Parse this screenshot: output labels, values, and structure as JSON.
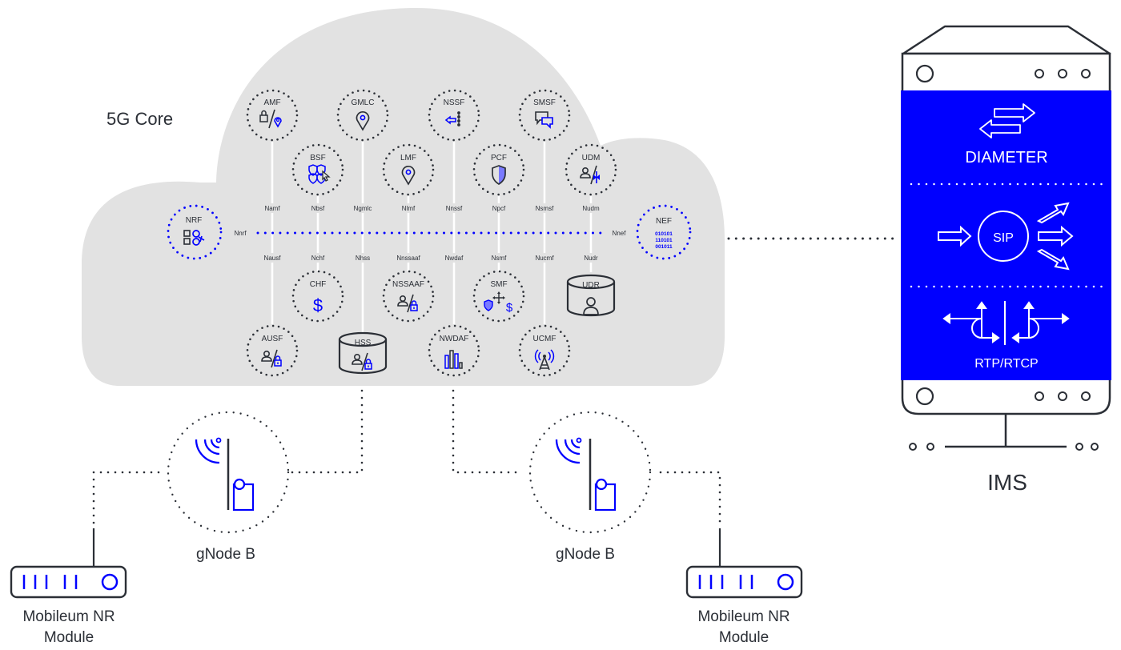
{
  "colors": {
    "accent_blue": "#0000ff",
    "cloud_gray": "#e2e2e2",
    "ink": "#2b2f36",
    "white": "#ffffff"
  },
  "core": {
    "title": "5G Core",
    "top_row": [
      {
        "name": "AMF",
        "icon": "lock-location-icon",
        "iface": "Namf"
      },
      {
        "name": "GMLC",
        "icon": "location-pin-icon",
        "iface": "Ngmlc"
      },
      {
        "name": "NSSF",
        "icon": "slice-select-arrow-icon",
        "iface": "Nnssf"
      },
      {
        "name": "SMSF",
        "icon": "chat-bubbles-icon",
        "iface": "Nsmsf"
      }
    ],
    "second_row": [
      {
        "name": "BSF",
        "icon": "shields-cursor-icon",
        "iface": "Nbsf"
      },
      {
        "name": "LMF",
        "icon": "location-pin-icon",
        "iface": "Nlmf"
      },
      {
        "name": "PCF",
        "icon": "shield-icon",
        "iface": "Npcf"
      },
      {
        "name": "UDM",
        "icon": "user-data-icon",
        "iface": "Nudm"
      }
    ],
    "third_row": [
      {
        "name": "CHF",
        "icon": "dollar-icon",
        "iface": "Nchf"
      },
      {
        "name": "NSSAAF",
        "icon": "user-lock-icon",
        "iface": "Nnssaaf"
      },
      {
        "name": "SMF",
        "icon": "shield-move-dollar-icon",
        "iface": "Nsmf"
      },
      {
        "name": "UDR",
        "icon": "database-user-icon",
        "iface": "Nudr"
      }
    ],
    "bottom_row": [
      {
        "name": "AUSF",
        "icon": "user-lock-icon",
        "iface": "Nausf"
      },
      {
        "name": "HSS",
        "icon": "database-user-lock-icon",
        "iface": "Nhss"
      },
      {
        "name": "NWDAF",
        "icon": "bar-chart-icon",
        "iface": "Nwdaf"
      },
      {
        "name": "UCMF",
        "icon": "antenna-tower-icon",
        "iface": "Nucmf"
      }
    ],
    "nrf": {
      "name": "NRF",
      "icon": "registry-icon",
      "iface": "Nnrf"
    },
    "nef": {
      "name": "NEF",
      "icon": "binary-icon",
      "iface": "Nnef",
      "binary": [
        "010101",
        "110101",
        "001011"
      ]
    }
  },
  "ims": {
    "title": "IMS",
    "sections": [
      {
        "label": "DIAMETER",
        "icon": "exchange-arrows-icon"
      },
      {
        "label": "SIP",
        "icon": "sip-fanout-icon"
      },
      {
        "label": "RTP/RTCP",
        "icon": "loop-arrows-icon"
      }
    ]
  },
  "ran": {
    "gnodeb_label": "gNode B",
    "module_label_line1": "Mobileum NR",
    "module_label_line2": "Module"
  }
}
